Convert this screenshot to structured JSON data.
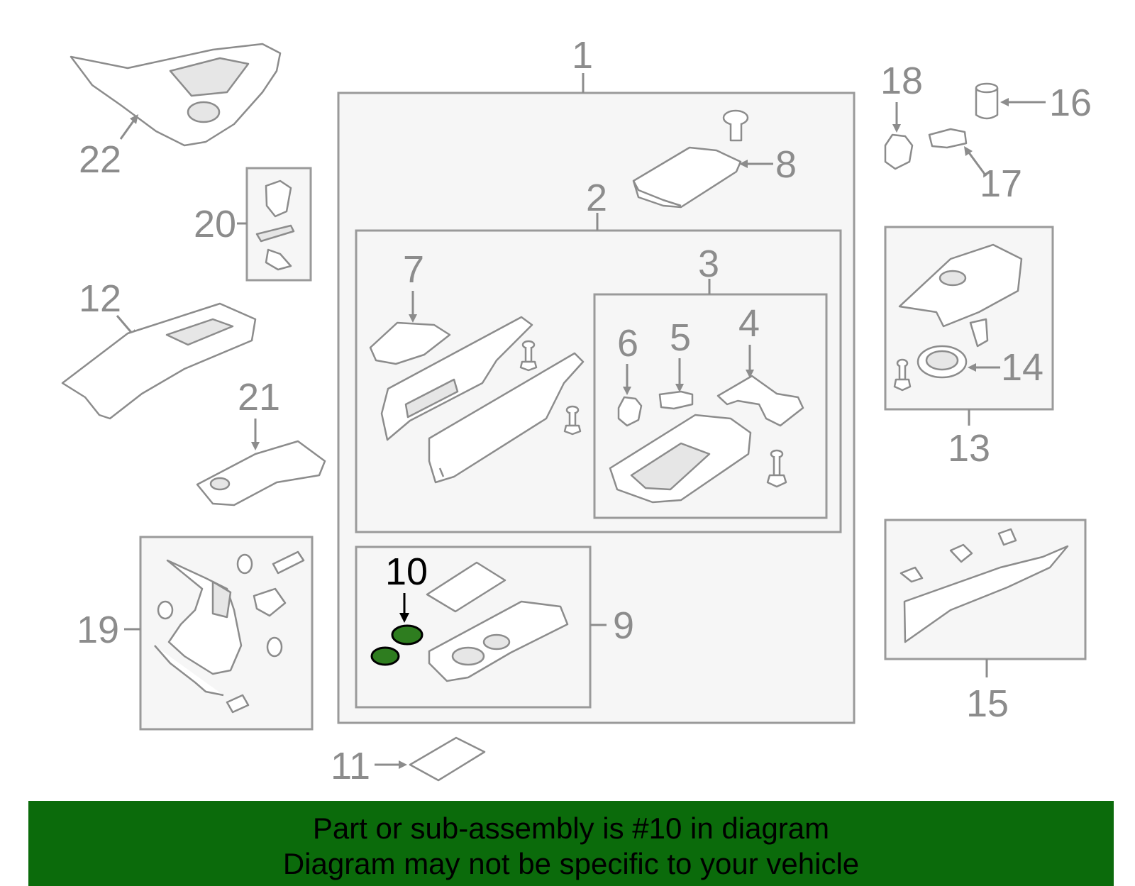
{
  "diagram": {
    "callouts": {
      "c1": "1",
      "c2": "2",
      "c3": "3",
      "c4": "4",
      "c5": "5",
      "c6": "6",
      "c7": "7",
      "c8": "8",
      "c9": "9",
      "c10": "10",
      "c11": "11",
      "c12": "12",
      "c13": "13",
      "c14": "14",
      "c15": "15",
      "c16": "16",
      "c17": "17",
      "c18": "18",
      "c19": "19",
      "c20": "20",
      "c21": "21",
      "c22": "22"
    },
    "highlighted_part": "10",
    "colors": {
      "highlight_fill": "#2e7d1f",
      "line": "#8c8c8c",
      "box_fill": "#f6f6f6",
      "banner_bg": "#0b6b0b"
    }
  },
  "banner": {
    "line1": "Part or sub-assembly is #10 in diagram",
    "line2": "Diagram may not be specific to your vehicle"
  }
}
